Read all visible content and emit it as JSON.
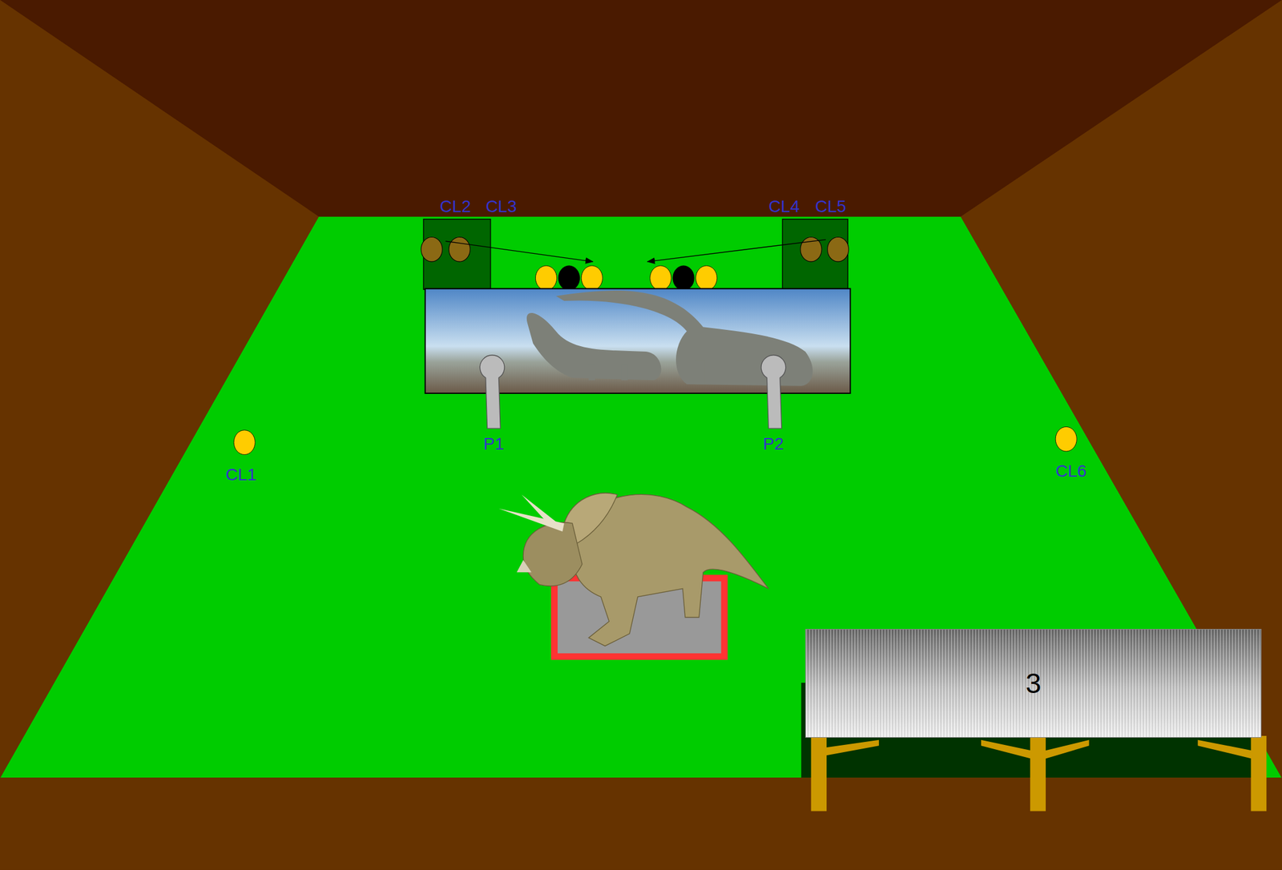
{
  "diagram": {
    "nodes": [
      {
        "text": [
          "3"
        ]
      }
    ],
    "labels": [
      "CL2",
      "CL3",
      "CL4",
      "CL5",
      "P1",
      "P2",
      "CL1",
      "CL6"
    ]
  }
}
